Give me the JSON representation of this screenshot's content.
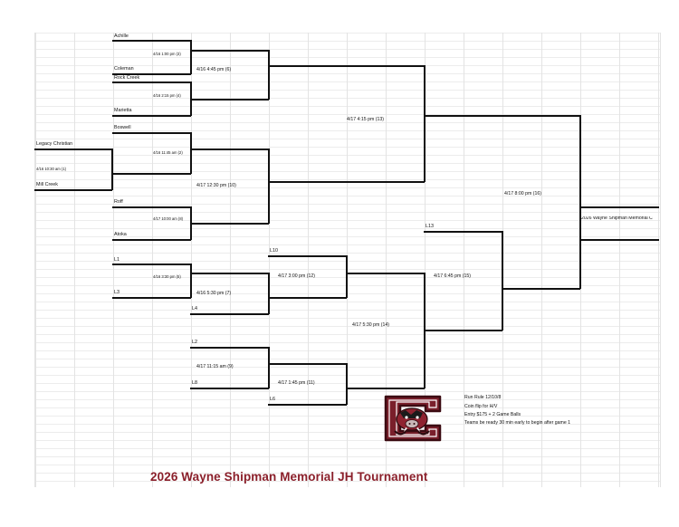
{
  "teams": {
    "achille": "Achille",
    "coleman": "Coleman",
    "rock_creek": "Rock Creek",
    "marietta": "Marietta",
    "boswell": "Boswell",
    "legacy_christian": "Legacy Christian",
    "mill_creek": "Mill Creek",
    "roff": "Roff",
    "atoka": "Atoka"
  },
  "slots": {
    "l1": "L1",
    "l3": "L3",
    "l4": "L4",
    "l2": "L2",
    "l8": "L8",
    "l10": "L10",
    "l6": "L6",
    "l13": "L13"
  },
  "games": {
    "g1": "4/16 10:30 am (1)",
    "g2": "4/16 11:45 am (2)",
    "g3": "4/16 1:00 pm (3)",
    "g4": "4/16 2:15 pm (4)",
    "g5": "4/16 3:30 pm (5)",
    "g6": "4/16 4:45 pm (6)",
    "g7": "4/16 5:30 pm (7)",
    "g8": "4/17 10:00 am (8)",
    "g9": "4/17 11:15 am (9)",
    "g10": "4/17 12:30 pm (10)",
    "g11": "4/17 1:45 pm (11)",
    "g12": "4/17 3:00 pm (12)",
    "g13": "4/17 4:15 pm (13)",
    "g14": "4/17  5:30 pm (14)",
    "g15": "4/17 6:45 pm (15)",
    "g16": "4/17 8:00 pm (16)"
  },
  "champion": "2026 Wayne Shipman Memorial C",
  "notes": [
    "Run Rule 12/10/8",
    "Coin flip for H/V",
    "Entry $175 + 2 Game Balls",
    "Teams be ready 30 min early to begin after game 1"
  ],
  "title": "2026 Wayne Shipman Memorial JH Tournament",
  "colors": {
    "title": "#8a1f2a",
    "logo_primary": "#7a1f2b",
    "grid": "#e3e3e3"
  },
  "logo_icon": "razorback-c-logo"
}
